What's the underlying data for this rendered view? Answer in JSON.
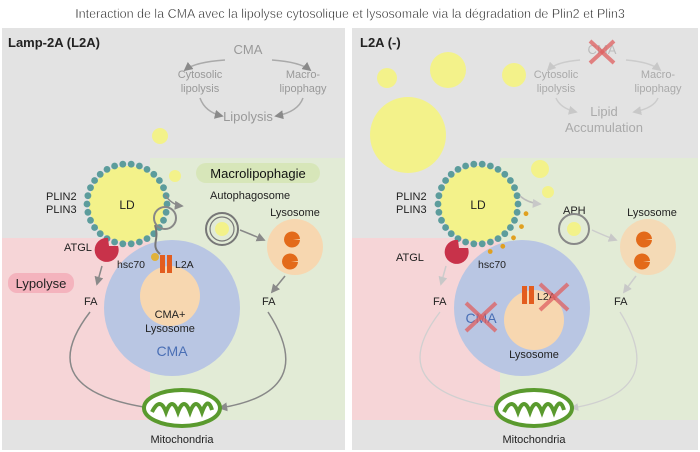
{
  "title": "Interaction de la CMA avec la lipolyse cytosolique et lysosomale via la dégradation de Plin2 et Plin3",
  "left": {
    "heading": "Lamp-2A (L2A)",
    "cma": "CMA",
    "cytosolic": [
      "Cytosolic",
      "lipolysis"
    ],
    "macro": [
      "Macro-",
      "lipophagy"
    ],
    "lipolysis": "Lipolysis",
    "macrolipophagie": "Macrolipophagie",
    "plin": [
      "PLIN2",
      "PLIN3"
    ],
    "ld": "LD",
    "autophagosome": "Autophagosome",
    "lysosome": "Lysosome",
    "atgl": "ATGL",
    "hsc70": "hsc70",
    "l2a": "L2A",
    "lypolyse": "Lypolyse",
    "fa1": "FA",
    "fa2": "FA",
    "cma_lyso": [
      "CMA+",
      "Lysosome"
    ],
    "cma_big": "CMA",
    "mito": "Mitochondria"
  },
  "right": {
    "heading": "L2A (-)",
    "cma": "CMA",
    "cytosolic": [
      "Cytosolic",
      "lipolysis"
    ],
    "macro": [
      "Macro-",
      "lipophagy"
    ],
    "lipid": [
      "Lipid",
      "Accumulation"
    ],
    "plin": [
      "PLIN2",
      "PLIN3"
    ],
    "ld": "LD",
    "aph": "APH",
    "lysosome": "Lysosome",
    "atgl": "ATGL",
    "hsc70": "hsc70",
    "l2a": "L2A",
    "fa1": "FA",
    "fa2": "FA",
    "cma_big": "CMA",
    "lysosome_small": "Lysosome",
    "mito": "Mitochondria"
  },
  "colors": {
    "panel_grey": "#e3e3e3",
    "red_region": "#f6d5d7",
    "green_region": "#e2ebd6",
    "cma_blue": "#b9c6e3",
    "lipid_yellow": "#f3f28a",
    "lysosome_peach": "#f7d7b0",
    "cross_red": "#e06060",
    "mito_green": "#5a9a2e"
  }
}
